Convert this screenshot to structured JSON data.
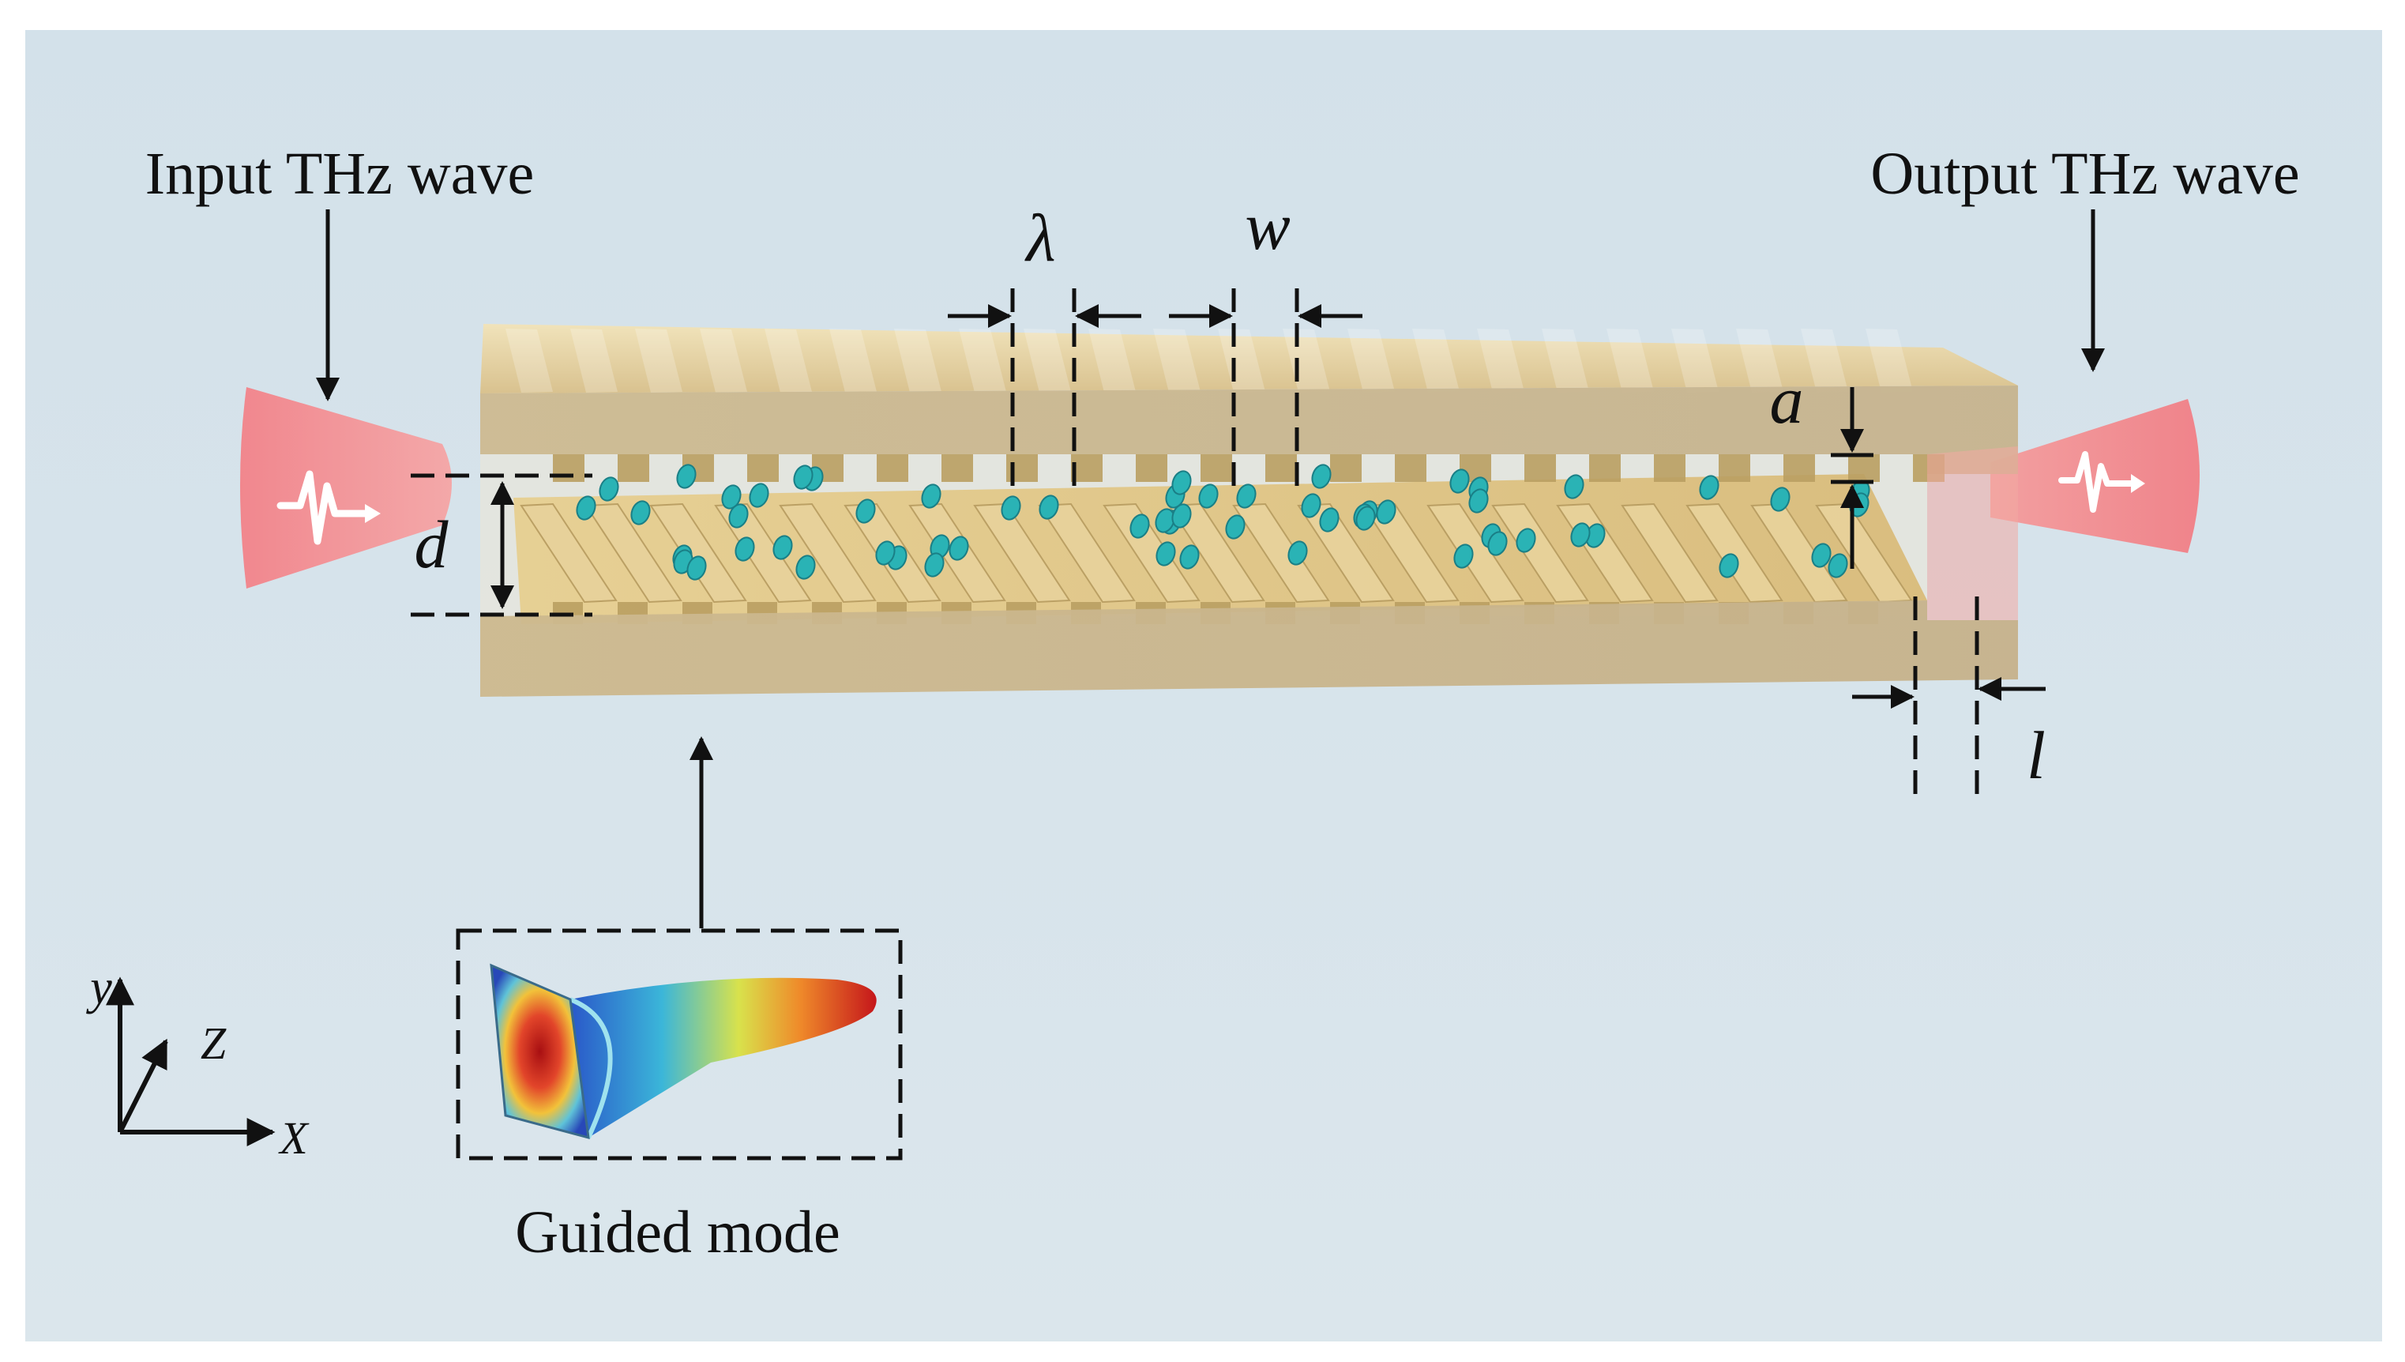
{
  "labels": {
    "input": "Input THz wave",
    "output": "Output THz wave",
    "guided": "Guided mode"
  },
  "symbols": {
    "lambda": "λ",
    "w": "w",
    "a": "a",
    "d": "d",
    "l": "l"
  },
  "axes": {
    "x": "X",
    "y": "y",
    "z": "Z"
  },
  "colors": {
    "background": "#d6e3eb",
    "gold": "#e8d29b",
    "gold_dark": "#b99e62",
    "wave": "#f58a8a",
    "particle": "#2ab3b5",
    "ink": "#111111"
  },
  "icons": {
    "wave_pulse": "thz-pulse-icon",
    "guided_mode": "guided-mode-field-icon"
  }
}
